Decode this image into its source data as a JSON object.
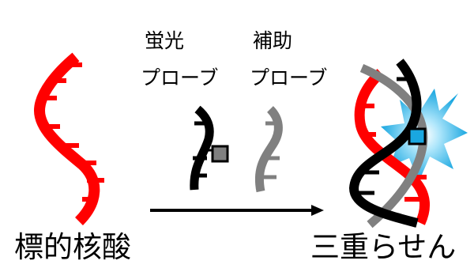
{
  "diagram": {
    "labels": {
      "target": "標的核酸",
      "fluor_probe_line1": "蛍光",
      "fluor_probe_line2": "プローブ",
      "helper_probe_line1": "補助",
      "helper_probe_line2": "プローブ",
      "triplex": "三重らせん"
    },
    "colors": {
      "target_strand": "#ff0000",
      "fluor_strand": "#000000",
      "helper_strand": "#808080",
      "fluorophore_before": "#808080",
      "fluorophore_after": "#1aa7e0",
      "glow": "#1aa7e0",
      "arrow": "#000000"
    },
    "icons": [
      "dna-strand-icon",
      "fluorophore-icon",
      "fluorescence-burst-icon",
      "reaction-arrow-icon"
    ]
  }
}
